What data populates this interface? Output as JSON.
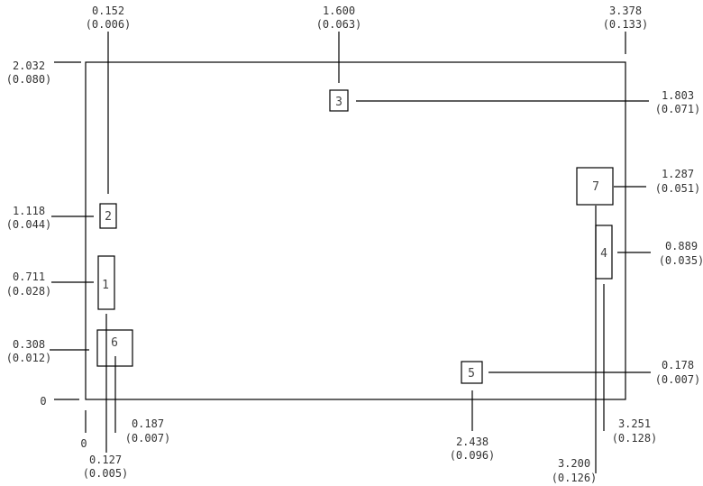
{
  "board": {
    "origin_x": "0",
    "origin_y": "0",
    "height": {
      "mm": "2.032",
      "in": "(0.080)"
    },
    "width": {
      "mm": "3.378",
      "in": "(0.133)"
    }
  },
  "components": [
    {
      "ref": "1",
      "y": {
        "mm": "0.711",
        "in": "(0.028)"
      },
      "x": {
        "mm": "0.127",
        "in": "(0.005)"
      }
    },
    {
      "ref": "2",
      "y": {
        "mm": "1.118",
        "in": "(0.044)"
      },
      "x": {
        "mm": "0.152",
        "in": "(0.006)"
      }
    },
    {
      "ref": "3",
      "y": {
        "mm": "1.803",
        "in": "(0.071)"
      },
      "x": {
        "mm": "1.600",
        "in": "(0.063)"
      }
    },
    {
      "ref": "4",
      "y": {
        "mm": "0.889",
        "in": "(0.035)"
      },
      "x": {
        "mm": "3.251",
        "in": "(0.128)"
      }
    },
    {
      "ref": "5",
      "y": {
        "mm": "0.178",
        "in": "(0.007)"
      },
      "x": {
        "mm": "2.438",
        "in": "(0.096)"
      }
    },
    {
      "ref": "6",
      "y": {
        "mm": "0.308",
        "in": "(0.012)"
      },
      "x": {
        "mm": "0.187",
        "in": "(0.007)"
      }
    },
    {
      "ref": "7",
      "y": {
        "mm": "1.287",
        "in": "(0.051)"
      },
      "x": {
        "mm": "3.200",
        "in": "(0.126)"
      }
    }
  ]
}
